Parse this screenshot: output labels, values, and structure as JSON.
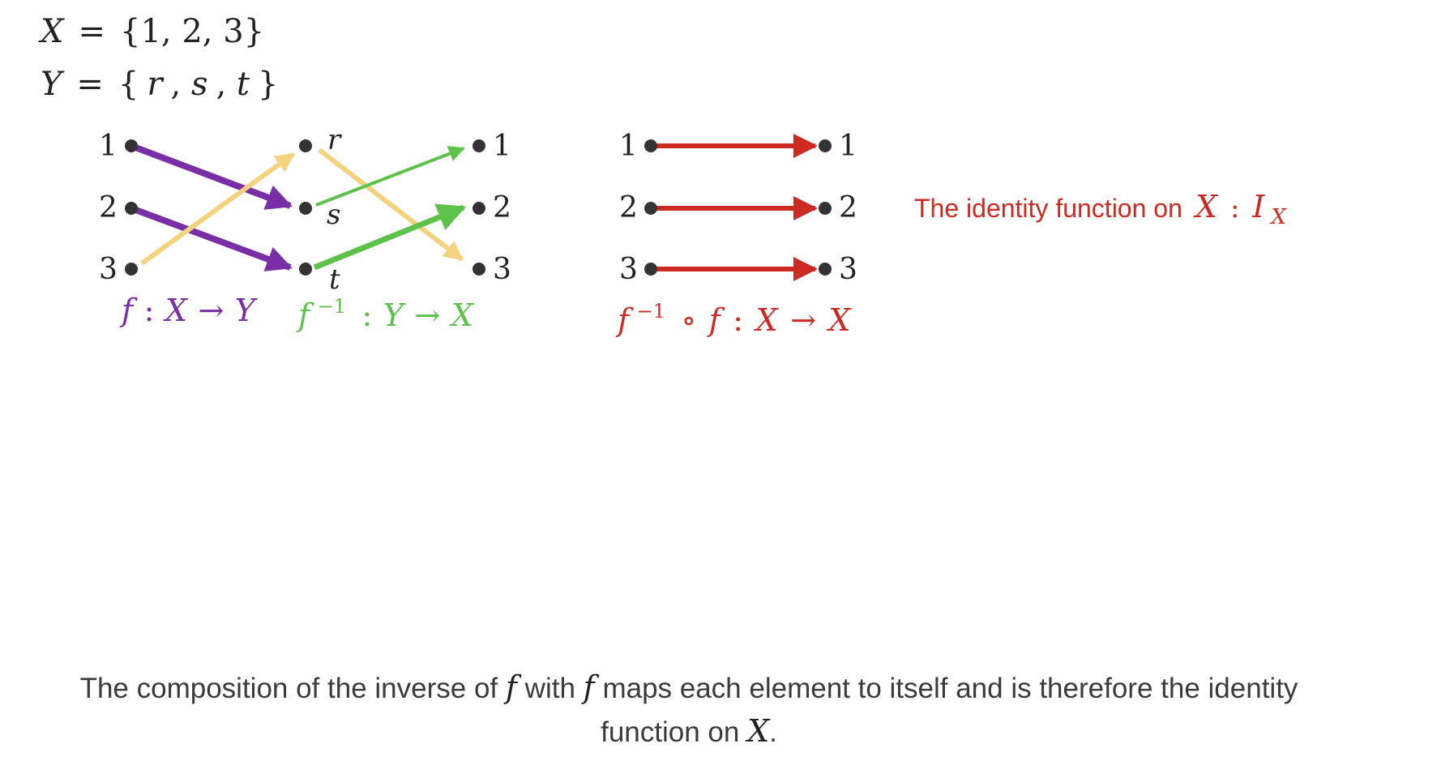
{
  "sets": {
    "X_lhs": "X",
    "X_rhs": "{1, 2, 3}",
    "Y_lhs": "Y",
    "Y_rhs_open": "{",
    "Y_r": "r",
    "Y_s": "s",
    "Y_t": "t",
    "Y_rhs_close": "}"
  },
  "diagram_left": {
    "x_labels": [
      "1",
      "2",
      "3"
    ],
    "y_labels": [
      "r",
      "s",
      "t"
    ],
    "x2_labels": [
      "1",
      "2",
      "3"
    ],
    "f_label": {
      "f": "f",
      "colon": ":",
      "X": "X",
      "arrow": "→",
      "Y": "Y"
    },
    "finv_label": {
      "f": "f",
      "sup": "−1",
      "colon": ":",
      "Y": "Y",
      "arrow": "→",
      "X": "X"
    },
    "f_mapping": [
      [
        "1",
        "s"
      ],
      [
        "2",
        "t"
      ],
      [
        "3",
        "r"
      ]
    ],
    "finv_mapping": [
      [
        "r",
        "3"
      ],
      [
        "s",
        "1"
      ],
      [
        "t",
        "2"
      ]
    ]
  },
  "diagram_right": {
    "left_labels": [
      "1",
      "2",
      "3"
    ],
    "right_labels": [
      "1",
      "2",
      "3"
    ],
    "comp_label": {
      "f": "f",
      "sup": "−1",
      "circ": "∘",
      "f2": "f",
      "colon": ":",
      "X": "X",
      "arrow": "→",
      "X2": "X"
    },
    "identity_text": "The identity function on",
    "identity_X": "X",
    "identity_colon": ":",
    "identity_I": "I",
    "identity_sub": "X"
  },
  "caption": {
    "part1": "The composition of the inverse of ",
    "f1": "f",
    "part2": " with ",
    "f2": "f",
    "part3": " maps each element to itself and is therefore the identity function on ",
    "X": "X",
    "part4": "."
  },
  "colors": {
    "f": "#7a2ea6",
    "finv": "#5cc24a",
    "yellow": "#f5d27e",
    "identity": "#cc2a22",
    "text": "#222222",
    "dot": "#333333"
  }
}
